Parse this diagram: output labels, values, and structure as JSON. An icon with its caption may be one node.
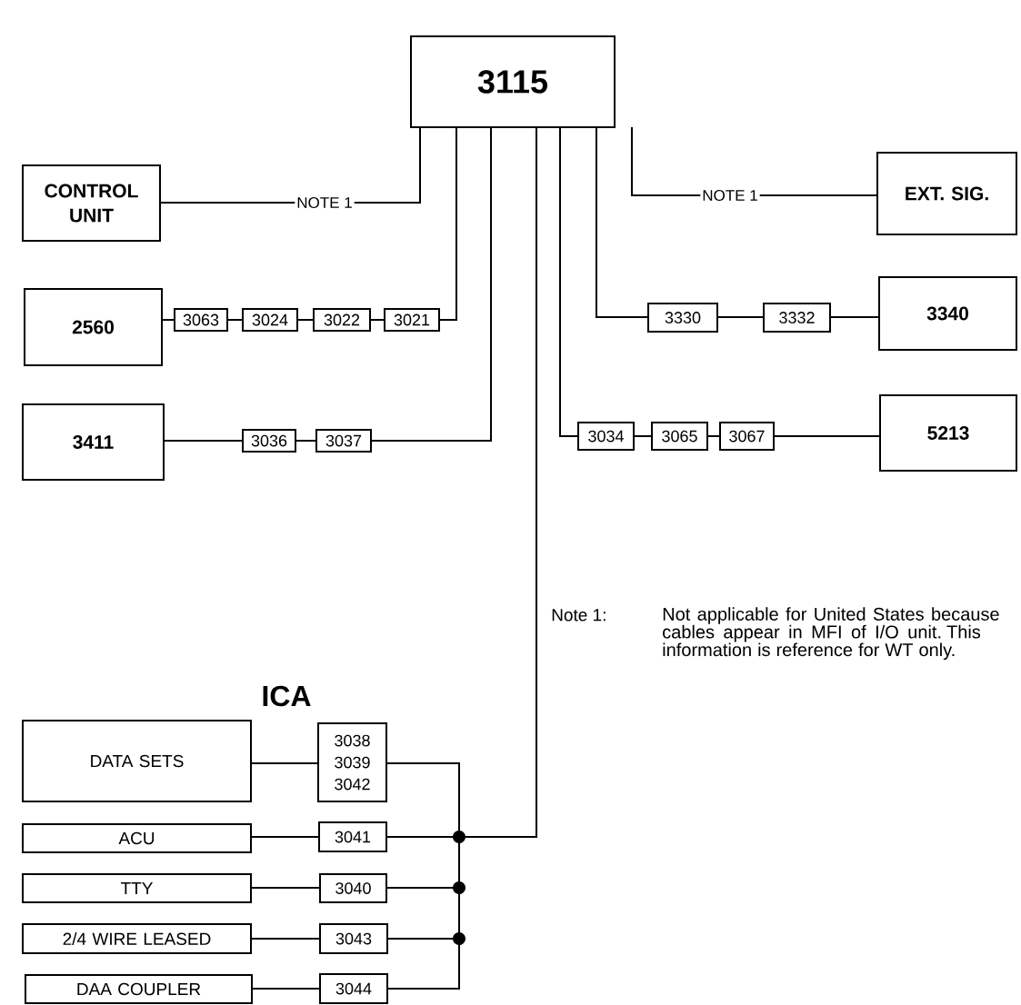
{
  "diagram": {
    "nodes": [
      {
        "text": [
          "3115"
        ]
      },
      {
        "text": [
          "CONTROL UNIT"
        ]
      },
      {
        "text": [
          "EXT. SIG."
        ]
      },
      {
        "text": [
          "2560"
        ]
      },
      {
        "text": [
          "3063"
        ]
      },
      {
        "text": [
          "3024"
        ]
      },
      {
        "text": [
          "3022"
        ]
      },
      {
        "text": [
          "3021"
        ]
      },
      {
        "text": [
          "3330"
        ]
      },
      {
        "text": [
          "3332"
        ]
      },
      {
        "text": [
          "3340"
        ]
      },
      {
        "text": [
          "3411"
        ]
      },
      {
        "text": [
          "3036"
        ]
      },
      {
        "text": [
          "3037"
        ]
      },
      {
        "text": [
          "3034"
        ]
      },
      {
        "text": [
          "3065"
        ]
      },
      {
        "text": [
          "3067"
        ]
      },
      {
        "text": [
          "5213"
        ]
      },
      {
        "text": [
          "DATA SETS"
        ]
      },
      {
        "text": [
          "3038",
          "3039",
          "3042"
        ]
      },
      {
        "text": [
          "ACU"
        ]
      },
      {
        "text": [
          "3041"
        ]
      },
      {
        "text": [
          "TTY"
        ]
      },
      {
        "text": [
          "3040"
        ]
      },
      {
        "text": [
          "2/4 WIRE LEASED"
        ]
      },
      {
        "text": [
          "3043"
        ]
      },
      {
        "text": [
          "DAA COUPLER"
        ]
      },
      {
        "text": [
          "3044"
        ]
      }
    ],
    "edges": [
      {
        "from": 1,
        "to": 0,
        "arrow": "none",
        "label": "NOTE 1"
      },
      {
        "from": 0,
        "to": 2,
        "arrow": "none",
        "label": "NOTE 1"
      },
      {
        "from": 3,
        "to": 4,
        "arrow": "none"
      },
      {
        "from": 4,
        "to": 5,
        "arrow": "none"
      },
      {
        "from": 5,
        "to": 6,
        "arrow": "none"
      },
      {
        "from": 6,
        "to": 7,
        "arrow": "none"
      },
      {
        "from": 7,
        "to": 0,
        "arrow": "none"
      },
      {
        "from": 0,
        "to": 8,
        "arrow": "none"
      },
      {
        "from": 8,
        "to": 9,
        "arrow": "none"
      },
      {
        "from": 9,
        "to": 10,
        "arrow": "none"
      },
      {
        "from": 11,
        "to": 12,
        "arrow": "none"
      },
      {
        "from": 12,
        "to": 13,
        "arrow": "none"
      },
      {
        "from": 13,
        "to": 0,
        "arrow": "none"
      },
      {
        "from": 0,
        "to": 14,
        "arrow": "none"
      },
      {
        "from": 14,
        "to": 15,
        "arrow": "none"
      },
      {
        "from": 15,
        "to": 16,
        "arrow": "none"
      },
      {
        "from": 16,
        "to": 17,
        "arrow": "none"
      },
      {
        "from": 18,
        "to": 19,
        "arrow": "none"
      },
      {
        "from": 19,
        "to": 0,
        "arrow": "none"
      },
      {
        "from": 20,
        "to": 21,
        "arrow": "none"
      },
      {
        "from": 21,
        "to": 0,
        "arrow": "none"
      },
      {
        "from": 22,
        "to": 23,
        "arrow": "none"
      },
      {
        "from": 23,
        "to": 0,
        "arrow": "none"
      },
      {
        "from": 24,
        "to": 25,
        "arrow": "none"
      },
      {
        "from": 25,
        "to": 0,
        "arrow": "none"
      },
      {
        "from": 26,
        "to": 27,
        "arrow": "none"
      },
      {
        "from": 27,
        "to": 0,
        "arrow": "none"
      }
    ],
    "labels": [
      "Note 1:",
      "Not applicable for United States because cables appear in MFI of I/O unit. This information is reference for WT only.",
      "ICA"
    ]
  }
}
